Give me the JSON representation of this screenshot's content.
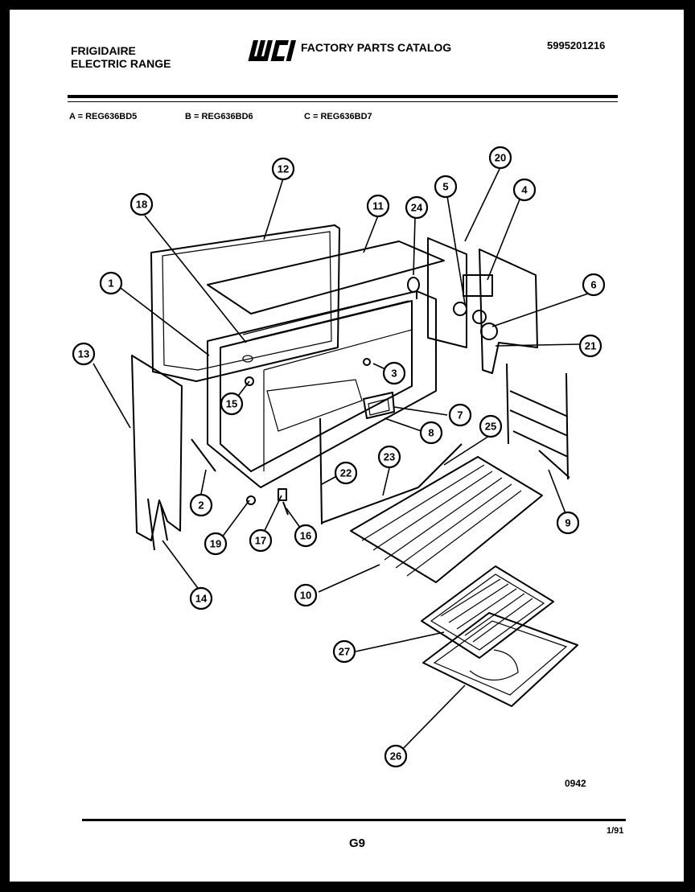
{
  "header": {
    "brand_line1": "FRIGIDAIRE",
    "brand_line2": "ELECTRIC RANGE",
    "logo_text": "WCI",
    "catalog_title": "FACTORY PARTS CATALOG",
    "doc_number": "5995201216"
  },
  "models": [
    "A = REG636BD5",
    "B = REG636BD6",
    "C = REG636BD7"
  ],
  "callouts": [
    "1",
    "2",
    "3",
    "4",
    "5",
    "6",
    "7",
    "8",
    "9",
    "10",
    "11",
    "12",
    "13",
    "14",
    "15",
    "16",
    "17",
    "18",
    "19",
    "20",
    "21",
    "22",
    "23",
    "24",
    "25",
    "26",
    "27"
  ],
  "footer": {
    "code": "0942",
    "page": "G9",
    "date": "1/91"
  }
}
